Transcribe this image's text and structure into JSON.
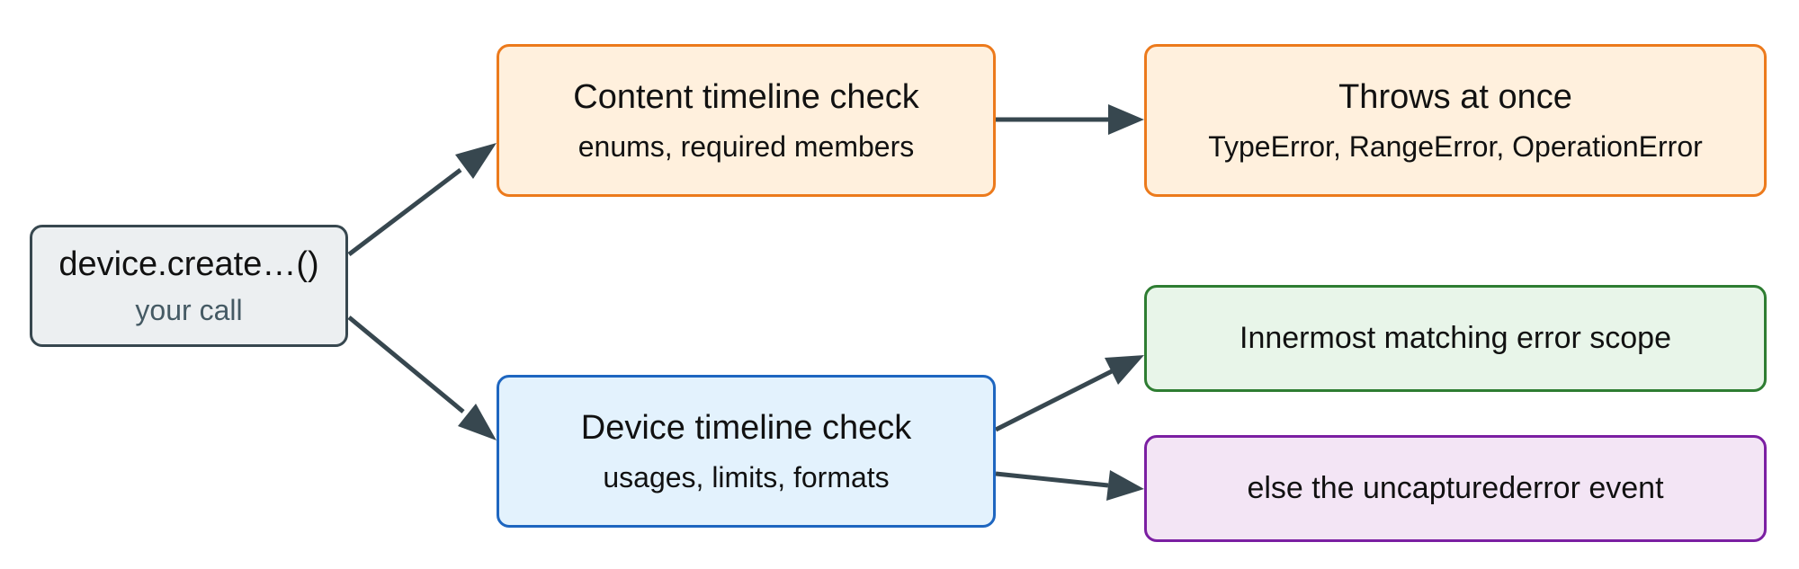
{
  "diagram": {
    "nodes": {
      "call": {
        "title": "device.create…()",
        "subtitle": "your call"
      },
      "content_check": {
        "title": "Content timeline check",
        "subtitle": "enums, required members"
      },
      "throws": {
        "title": "Throws at once",
        "subtitle": "TypeError, RangeError, OperationError"
      },
      "device_check": {
        "title": "Device timeline check",
        "subtitle": "usages, limits, formats"
      },
      "error_scope": {
        "label": "Innermost matching error scope"
      },
      "uncaptured": {
        "label": "else the uncapturederror event"
      }
    },
    "edges": [
      {
        "from": "call",
        "to": "content_check"
      },
      {
        "from": "call",
        "to": "device_check"
      },
      {
        "from": "content_check",
        "to": "throws"
      },
      {
        "from": "device_check",
        "to": "error_scope"
      },
      {
        "from": "device_check",
        "to": "uncaptured"
      }
    ],
    "colors": {
      "arrow": "#37474f",
      "call_border": "#37474f",
      "call_fill": "#eceff1",
      "content_border": "#ec7a1c",
      "content_fill": "#fff0dd",
      "device_border": "#1e66c0",
      "device_fill": "#e3f2fd",
      "scope_border": "#2e7d32",
      "scope_fill": "#e8f5e9",
      "uncaptured_border": "#7b1fa2",
      "uncaptured_fill": "#f3e5f5"
    }
  }
}
